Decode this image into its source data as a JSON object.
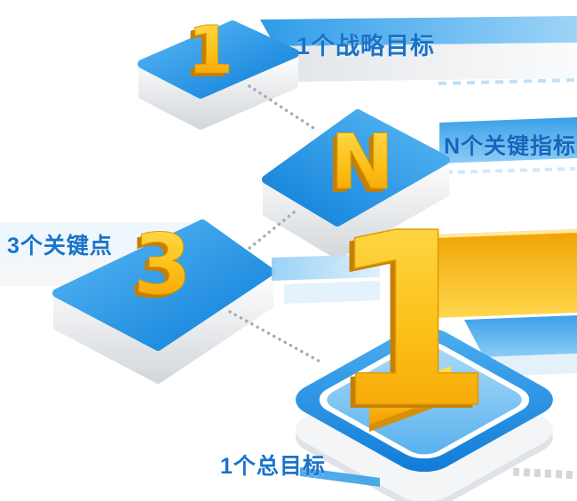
{
  "diagram": {
    "type": "isometric-step-infographic",
    "steps": [
      {
        "marker": "1",
        "label": "1个战略目标"
      },
      {
        "marker": "N",
        "label": "N个关键指标"
      },
      {
        "marker": "3",
        "label": "3个关键点"
      },
      {
        "marker": "1",
        "label": "1个总目标"
      }
    ],
    "colors": {
      "platform_top_dark": "#0e7fd9",
      "platform_top_light": "#59b8f4",
      "platform_side": "#d9dde1",
      "banner_blue": "#3ba0e8",
      "banner_yellow_top": "#f0a202",
      "banner_yellow_bottom": "#ffd84e",
      "gold_light": "#ffdf55",
      "gold_dark": "#c57f06",
      "label_text": "#1a73c9",
      "connector_gray": "#a7abb0"
    }
  }
}
